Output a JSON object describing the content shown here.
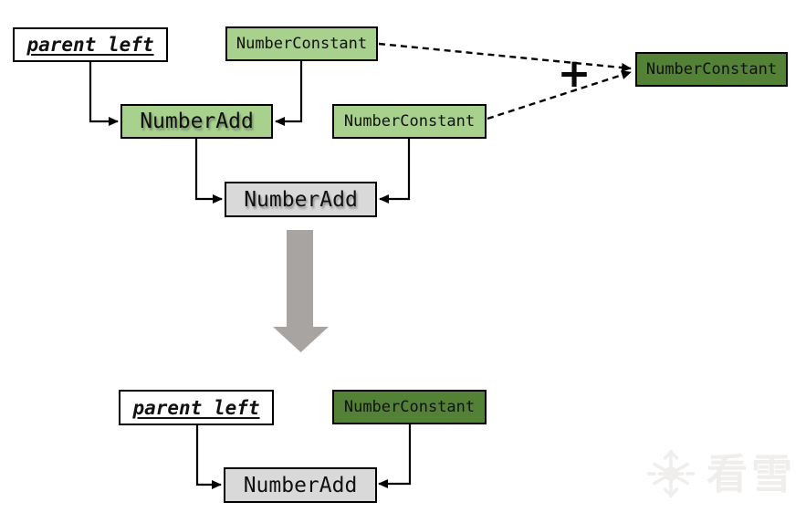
{
  "colors": {
    "light_green": "#a9d18e",
    "dark_green": "#538135",
    "gray_box": "#d9d9d9",
    "box_border": "#000000",
    "connector": "#000000",
    "transform_arrow_gray": "#a8a4a1",
    "watermark_gray": "#f0eeec",
    "background": "#ffffff"
  },
  "before": {
    "parent_left_label": "parent_left",
    "left_constant_label": "NumberConstant",
    "right_constant_label": "NumberConstant",
    "inner_add_label": "NumberAdd",
    "outer_add_label": "NumberAdd",
    "plus_sign": "+",
    "folded_constant_label": "NumberConstant"
  },
  "after": {
    "parent_left_label": "parent_left",
    "constant_label": "NumberConstant",
    "add_label": "NumberAdd"
  },
  "icons": {
    "transform_arrow": "big-down-arrow",
    "watermark_icon": "snowflake-icon"
  },
  "watermark": {
    "text": "看雪"
  }
}
